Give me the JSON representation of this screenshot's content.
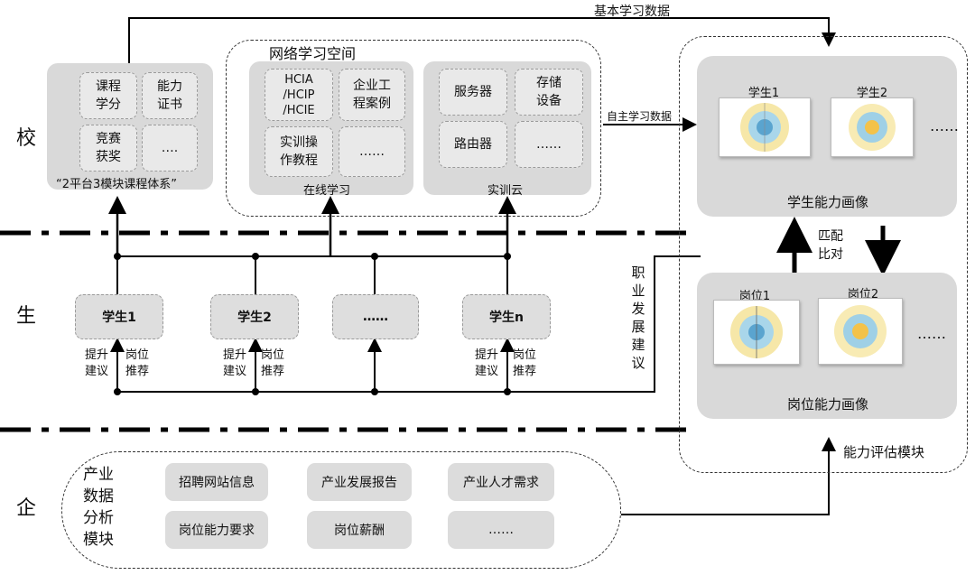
{
  "rows": {
    "school": "校",
    "student": "生",
    "enterprise": "企"
  },
  "curriculum": {
    "caption": "“2平台3模块课程体系”",
    "cells": [
      "课程\n学分",
      "能力\n证书",
      "竞赛\n获奖",
      "…."
    ]
  },
  "network_space": {
    "title": "网络学习空间",
    "online": {
      "caption": "在线学习",
      "cells": [
        "HCIA\n/HCIP\n/HCIE",
        "企业工\n程案例",
        "实训操\n作教程",
        "……"
      ]
    },
    "lab_cloud": {
      "caption": "实训云",
      "cells": [
        "服务器",
        "存储\n设备",
        "路由器",
        "……"
      ]
    }
  },
  "flows": {
    "basic_data": "基本学习数据",
    "self_data": "自主学习数据",
    "career_advice": "职业发展建议",
    "match": "匹配\n比对"
  },
  "students": [
    "学生1",
    "学生2",
    "……",
    "学生n"
  ],
  "feedback": {
    "improve": "提升\n建议",
    "recommend": "岗位\n推荐"
  },
  "evaluation": {
    "title": "能力评估模块",
    "student_profile": {
      "caption": "学生能力画像",
      "items": [
        "学生1",
        "学生2"
      ],
      "more": "……"
    },
    "job_profile": {
      "caption": "岗位能力画像",
      "items": [
        "岗位1",
        "岗位2"
      ],
      "more": "……"
    }
  },
  "industry": {
    "title": "产业\n数据\n分析\n模块",
    "items": [
      "招聘网站信息",
      "产业发展报告",
      "产业人才需求",
      "岗位能力要求",
      "岗位薪酬",
      "……"
    ]
  }
}
